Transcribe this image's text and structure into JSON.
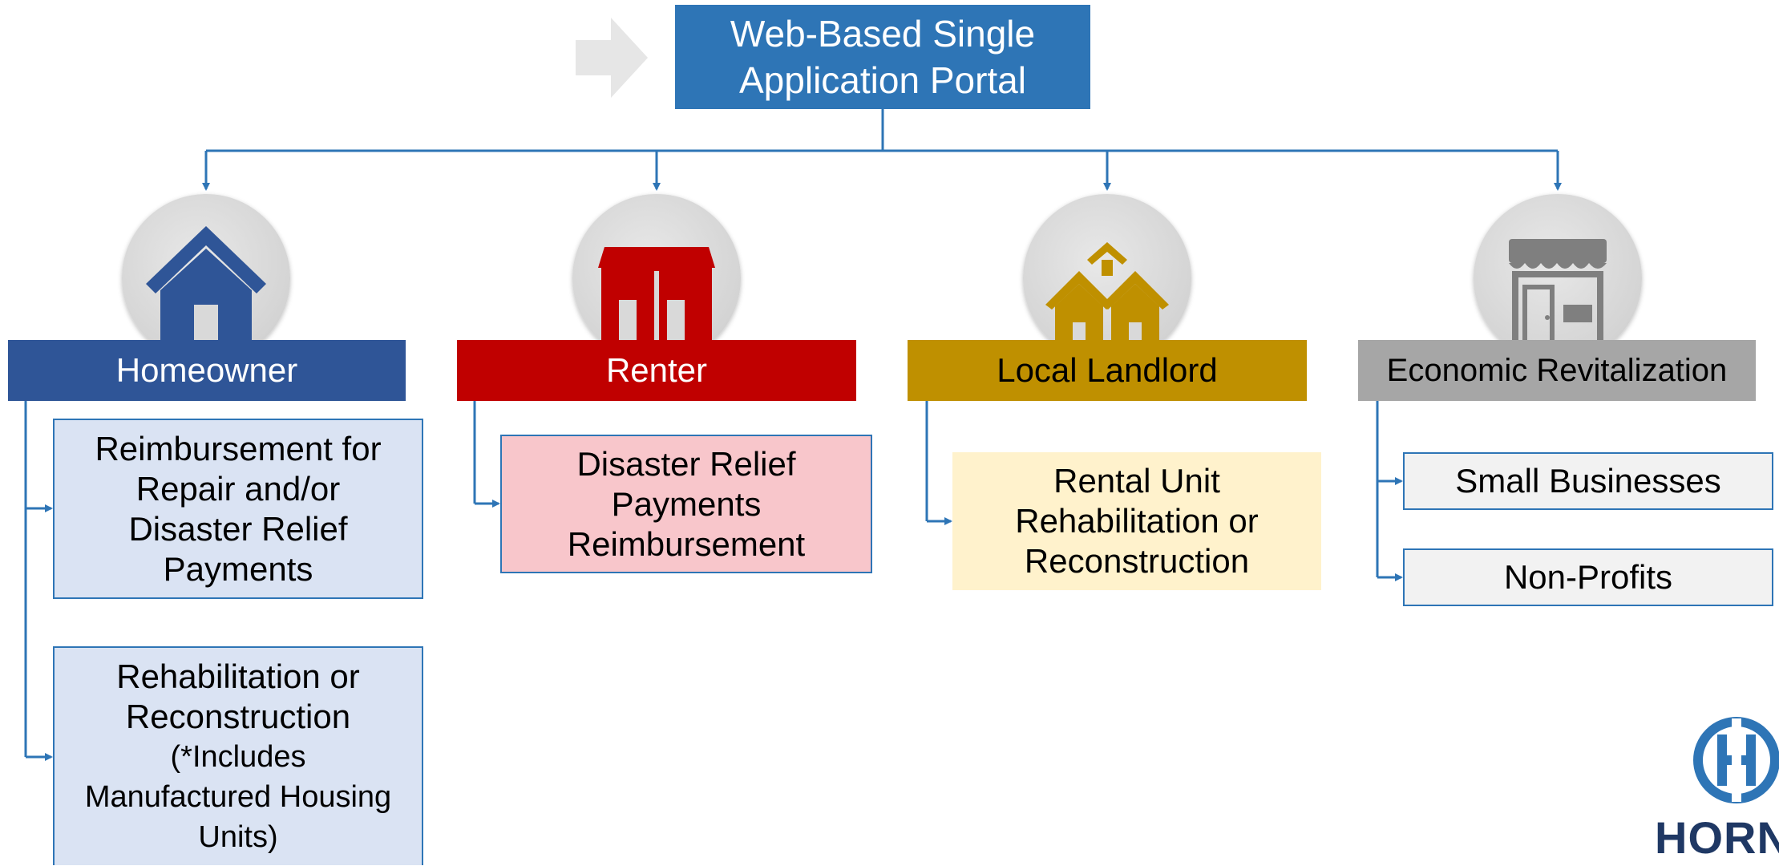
{
  "top": {
    "title_line1": "Web-Based Single",
    "title_line2": "Application Portal"
  },
  "categories": {
    "homeowner": {
      "label": "Homeowner",
      "icon": "house-icon",
      "color": "#2f5597"
    },
    "renter": {
      "label": "Renter",
      "icon": "rental-building-icon",
      "color": "#c00000"
    },
    "landlord": {
      "label": "Local Landlord",
      "icon": "multi-house-icon",
      "color": "#bf9000"
    },
    "econ": {
      "label": "Economic Revitalization",
      "icon": "storefront-icon",
      "color": "#a6a6a6"
    }
  },
  "programs": {
    "homeowner_reimb": [
      "Reimbursement for",
      "Repair and/or",
      "Disaster Relief",
      "Payments"
    ],
    "homeowner_rehab": [
      "Rehabilitation or",
      "Reconstruction",
      "(*Includes",
      "Manufactured Housing",
      "Units)"
    ],
    "renter": [
      "Disaster Relief",
      "Payments",
      "Reimbursement"
    ],
    "landlord": [
      "Rental Unit",
      "Rehabilitation or",
      "Reconstruction"
    ],
    "econ_small": "Small Businesses",
    "econ_nonprofit": "Non-Profits"
  },
  "logo": {
    "text": "HORN"
  },
  "colors": {
    "accent": "#2e75b6"
  }
}
